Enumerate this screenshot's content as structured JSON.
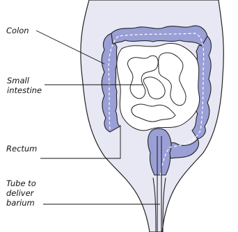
{
  "labels": {
    "colon": "Colon",
    "small_intestine": "Small\nintestine",
    "rectum": "Rectum",
    "tube": "Tube to\ndeliver\nbarium"
  },
  "colors": {
    "body_fill": "#e8e8f4",
    "colon_fill": "#9aa0d6",
    "outline": "#222222"
  }
}
